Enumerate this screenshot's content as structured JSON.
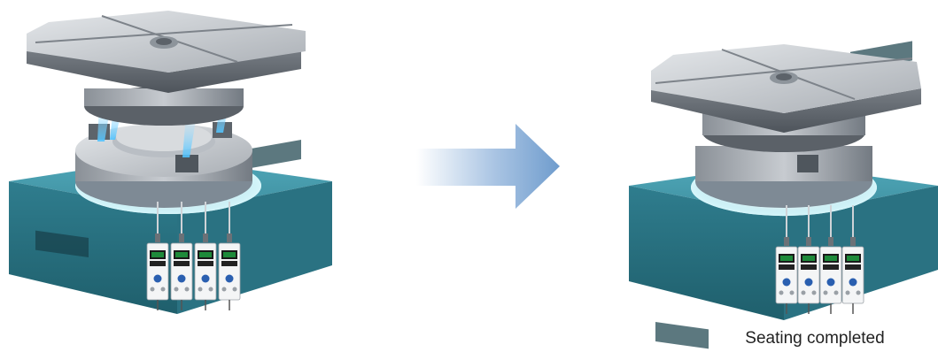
{
  "caption": "Seating completed",
  "colors": {
    "base_cyan": "#3f8fa0",
    "plate_silver": "#c9ccd0",
    "arrow_blue": "#7aa3d1",
    "air_blow": "#6ec6f5",
    "sensor_display": "#1e8a3a"
  },
  "illustrations": [
    {
      "name": "before-seating",
      "state": "air-blow",
      "sensor_count": 4
    },
    {
      "name": "after-seating",
      "state": "seated",
      "sensor_count": 4
    }
  ],
  "arrow": {
    "direction": "right"
  }
}
